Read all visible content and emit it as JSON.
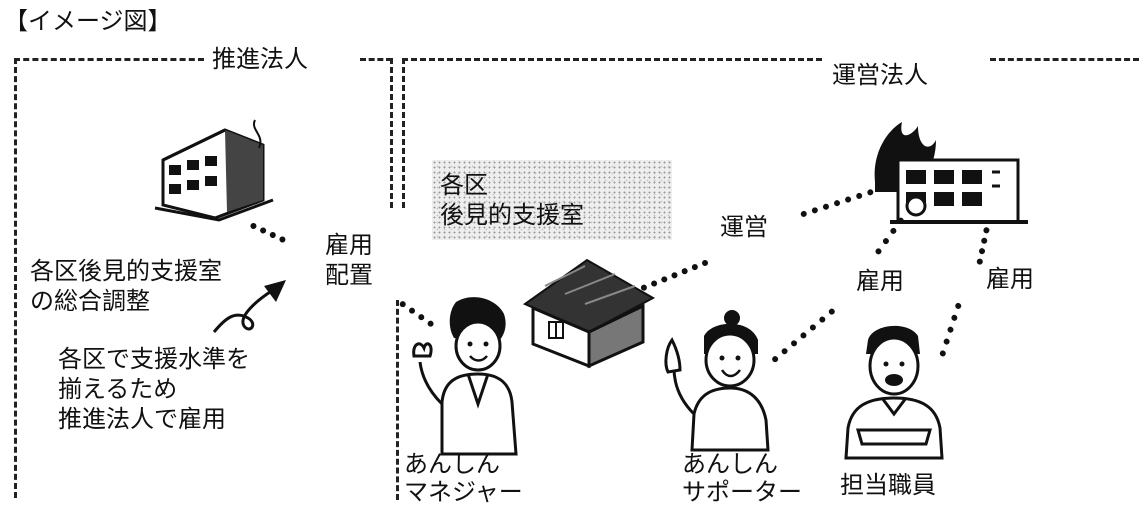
{
  "image_title": "【イメージ図】",
  "left_section": {
    "title": "推進法人",
    "coordination_label": "各区後見的支援室\nの総合調整",
    "note": "各区で支援水準を\n揃えるため\n推進法人で雇用",
    "employment_label": "雇用\n配置"
  },
  "right_section": {
    "title": "運営法人",
    "shaded_box_label": "各区\n後見的支援室",
    "operation_label": "運営",
    "hire_label_1": "雇用",
    "hire_label_2": "雇用"
  },
  "roles": {
    "manager": "あんしん\nマネジャー",
    "supporter": "あんしん\nサポーター",
    "staff": "担当職員"
  }
}
